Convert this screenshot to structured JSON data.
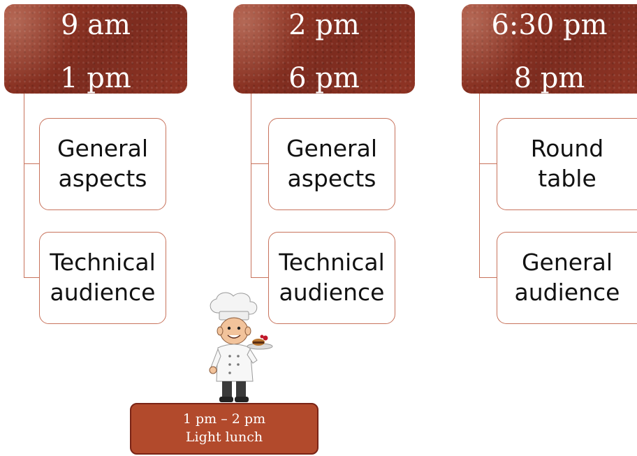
{
  "columns": [
    {
      "time_start": "9 am",
      "time_end": "1 pm",
      "cards": [
        {
          "line1": "General",
          "line2": "aspects"
        },
        {
          "line1": "Technical",
          "line2": "audience"
        }
      ]
    },
    {
      "time_start": "2 pm",
      "time_end": "6 pm",
      "cards": [
        {
          "line1": "General",
          "line2": "aspects"
        },
        {
          "line1": "Technical",
          "line2": "audience"
        }
      ]
    },
    {
      "time_start": "6:30 pm",
      "time_end": "8 pm",
      "cards": [
        {
          "line1": "Round",
          "line2": "table"
        },
        {
          "line1": "General",
          "line2": "audience"
        }
      ]
    }
  ],
  "lunch": {
    "time": "1 pm – 2 pm",
    "label": "Light lunch"
  },
  "colors": {
    "header": "#8e3424",
    "connector": "#c8735c",
    "lunch_fill": "#b24a2c"
  },
  "icons": [
    "chef-illustration"
  ]
}
